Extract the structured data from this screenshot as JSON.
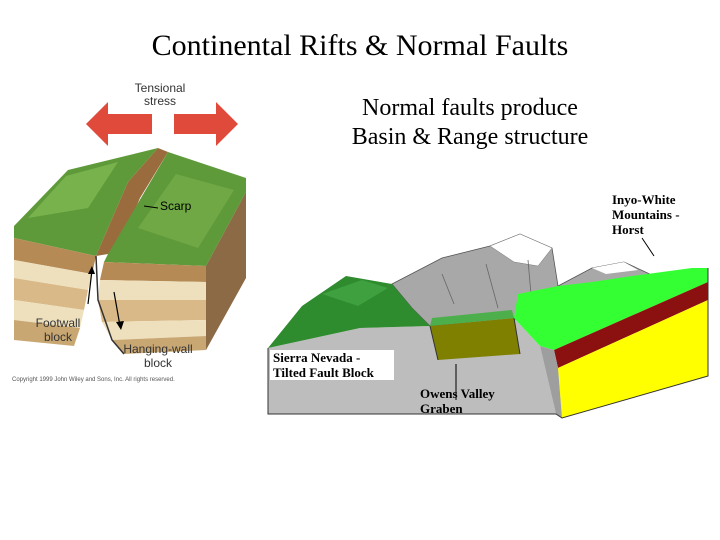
{
  "title": "Continental Rifts & Normal Faults",
  "subtitle": {
    "line1": "Normal faults produce",
    "line2": "Basin & Range structure"
  },
  "left_figure": {
    "stress_label_line1": "Tensional",
    "stress_label_line2": "stress",
    "scarp_label": "Scarp",
    "footwall_line1": "Footwall",
    "footwall_line2": "block",
    "hangingwall_line1": "Hanging-wall",
    "hangingwall_line2": "block",
    "copyright": "Copyright 1999 John Wiley and Sons, Inc. All rights reserved.",
    "colors": {
      "arrow": "#e04a3a",
      "grass": "#5f9a3a",
      "soil": "#b58a55",
      "layer_light": "#efe0bd",
      "layer_tan": "#d8b987"
    }
  },
  "right_figure": {
    "inyo_line1": "Inyo-White",
    "inyo_line2": "Mountains -",
    "inyo_line3": "Horst",
    "sierra_line1": "Sierra Nevada -",
    "sierra_line2": "Tilted Fault Block",
    "owens_line1": "Owens Valley",
    "owens_line2": "Graben",
    "colors": {
      "bright_green": "#33ff33",
      "dark_green": "#2e8b2e",
      "red": "#8b1010",
      "yellow": "#ffff00",
      "gray": "#bdbdbd",
      "olive": "#7f7f00"
    }
  }
}
